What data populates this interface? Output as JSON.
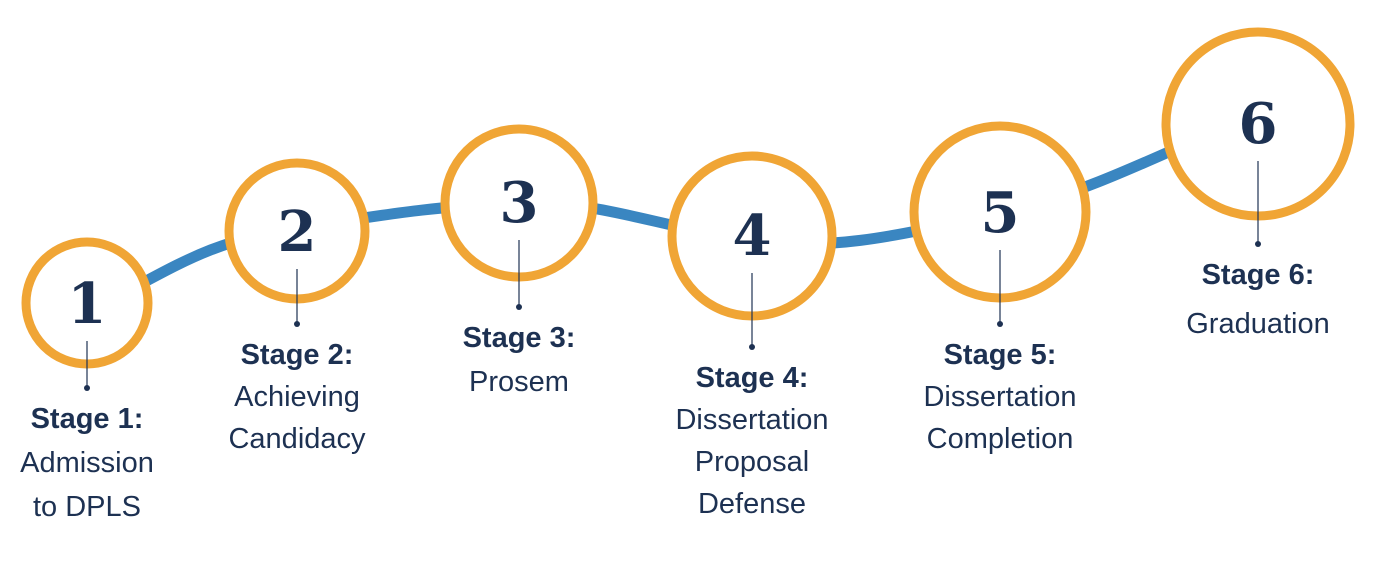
{
  "colors": {
    "path": "#3a86c1",
    "ring": "#f0a535",
    "text": "#1d3152",
    "background": "#ffffff"
  },
  "stages": [
    {
      "number": "1",
      "title": "Stage 1:",
      "lines": [
        "Admission",
        "to DPLS"
      ]
    },
    {
      "number": "2",
      "title": "Stage 2:",
      "lines": [
        "Achieving",
        "Candidacy"
      ]
    },
    {
      "number": "3",
      "title": "Stage 3:",
      "lines": [
        "Prosem"
      ]
    },
    {
      "number": "4",
      "title": "Stage 4:",
      "lines": [
        "Dissertation",
        "Proposal",
        "Defense"
      ]
    },
    {
      "number": "5",
      "title": "Stage 5:",
      "lines": [
        "Dissertation",
        "Completion"
      ]
    },
    {
      "number": "6",
      "title": "Stage 6:",
      "lines": [
        "Graduation"
      ]
    }
  ]
}
